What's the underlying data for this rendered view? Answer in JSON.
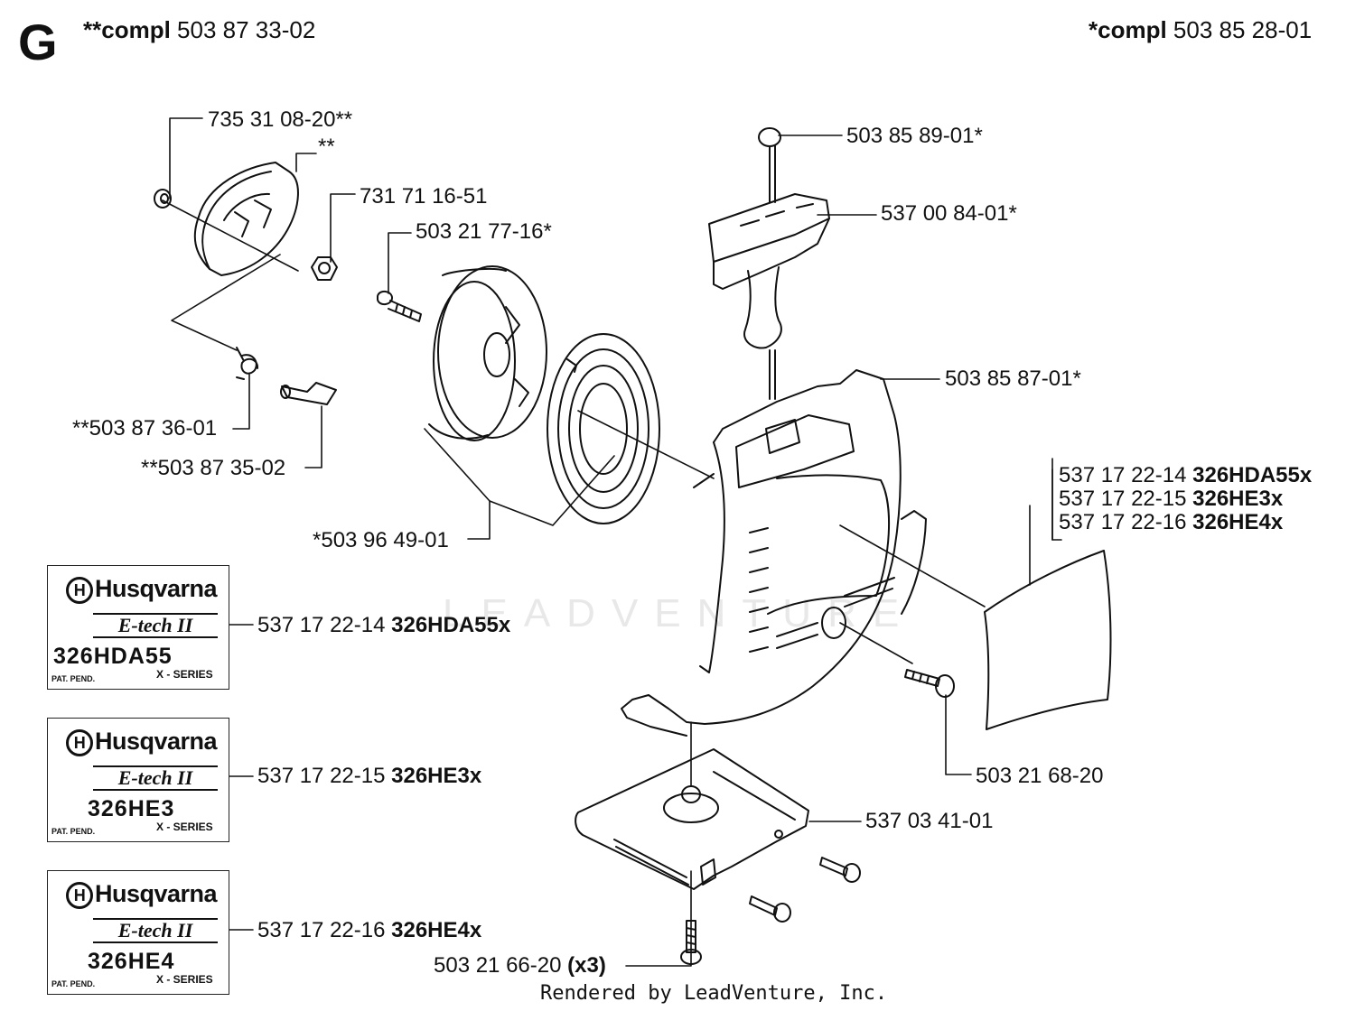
{
  "section": "G",
  "header": {
    "left_prefix": "**compl",
    "left_number": "503 87 33-02",
    "right_prefix": "*compl",
    "right_number": "503 85 28-01"
  },
  "callouts": {
    "c1": "735 31 08-20**",
    "c2": "**",
    "c3": "731 71 16-51",
    "c4": "503 21 77-16*",
    "c5": "503 85 89-01*",
    "c6": "537 00 84-01*",
    "c7": "503 85 87-01*",
    "c8": "**503 87 36-01",
    "c9": "**503 87 35-02",
    "c10": "*503 96 49-01",
    "c11": "503 21 68-20",
    "c12": "537 03 41-01",
    "c13_num": "503 21 66-20",
    "c13_qty": "(x3)"
  },
  "decal_options": [
    {
      "number": "537 17 22-14",
      "model": "326HDA55x"
    },
    {
      "number": "537 17 22-15",
      "model": "326HE3x"
    },
    {
      "number": "537 17 22-16",
      "model": "326HE4x"
    }
  ],
  "decals": [
    {
      "brand": "Husqvarna",
      "etech": "E-tech II",
      "model": "326HDA55",
      "series": "X - SERIES",
      "pat": "PAT. PEND.",
      "label_number": "537 17 22-14",
      "label_model": "326HDA55x"
    },
    {
      "brand": "Husqvarna",
      "etech": "E-tech II",
      "model": "326HE3",
      "series": "X - SERIES",
      "pat": "PAT. PEND.",
      "label_number": "537 17 22-15",
      "label_model": "326HE3x"
    },
    {
      "brand": "Husqvarna",
      "etech": "E-tech II",
      "model": "326HE4",
      "series": "X - SERIES",
      "pat": "PAT. PEND.",
      "label_number": "537 17 22-16",
      "label_model": "326HE4x"
    }
  ],
  "watermark": "LEADVENTURE",
  "footer": "Rendered by LeadVenture, Inc."
}
